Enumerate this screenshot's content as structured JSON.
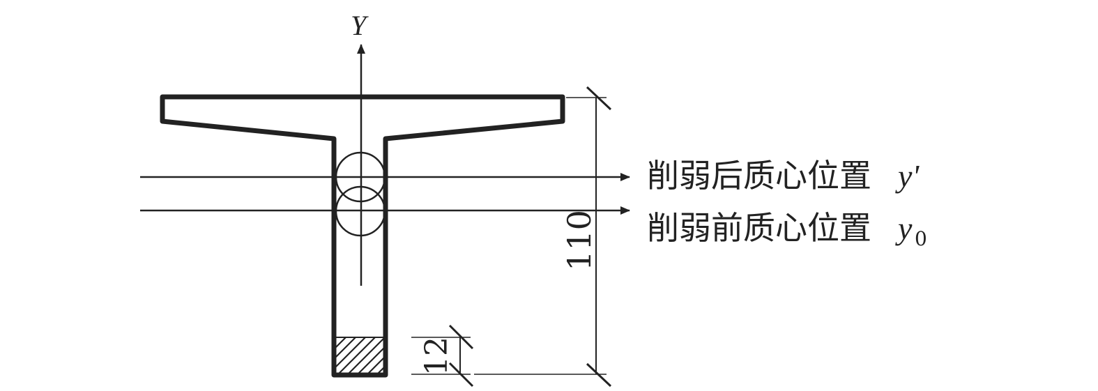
{
  "diagram": {
    "axis_label": "Y",
    "after_centroid_label": "削弱后质心位置",
    "after_centroid_symbol": "y'",
    "before_centroid_label": "削弱前质心位置",
    "before_centroid_symbol": "y",
    "before_centroid_subscript": "0",
    "dim_total_height": "110",
    "dim_weakened_height": "12"
  },
  "colors": {
    "stroke": "#222222",
    "background": "#ffffff"
  }
}
